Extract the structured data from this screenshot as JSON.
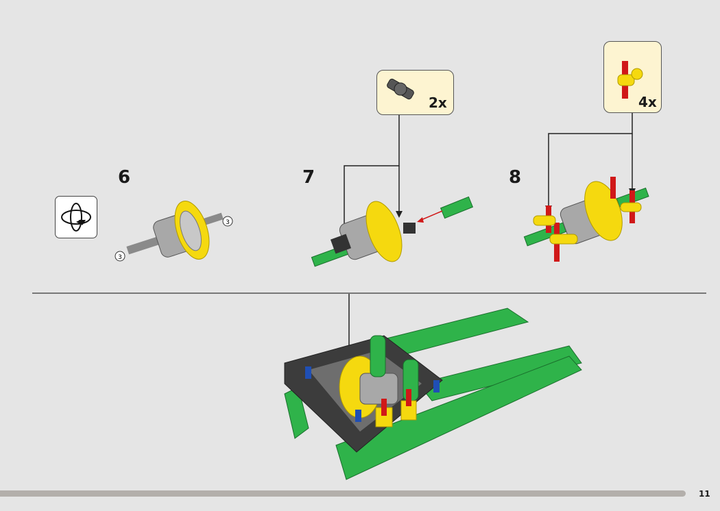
{
  "steps": [
    {
      "number": "6",
      "axle_callouts": [
        "3",
        "3"
      ]
    },
    {
      "number": "7",
      "callout_qty": "2x"
    },
    {
      "number": "8",
      "callout_qty": "4x"
    }
  ],
  "page_number": "11",
  "icons": {
    "rotate": "rotate-model-icon"
  },
  "colors": {
    "background": "#e5e5e5",
    "callout": "#fdf4d1",
    "gear": "#f5d90f",
    "frame": "#3c3c3c",
    "beam": "#2fb34a",
    "pin": "#d01818"
  }
}
